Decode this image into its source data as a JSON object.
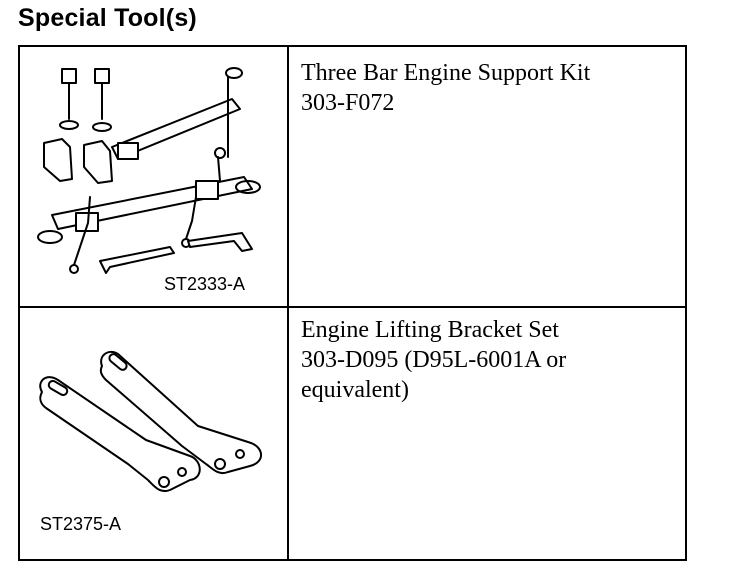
{
  "heading": "Special Tool(s)",
  "rows": [
    {
      "illustration_code": "ST2333-A",
      "description_line1": "Three Bar Engine Support Kit",
      "description_line2": "303-F072",
      "description_line3": ""
    },
    {
      "illustration_code": "ST2375-A",
      "description_line1": "Engine Lifting Bracket Set",
      "description_line2": "303-D095 (D95L-6001A or",
      "description_line3": "equivalent)"
    }
  ],
  "icons": [
    "engine-support-kit-drawing",
    "lifting-bracket-drawing"
  ]
}
